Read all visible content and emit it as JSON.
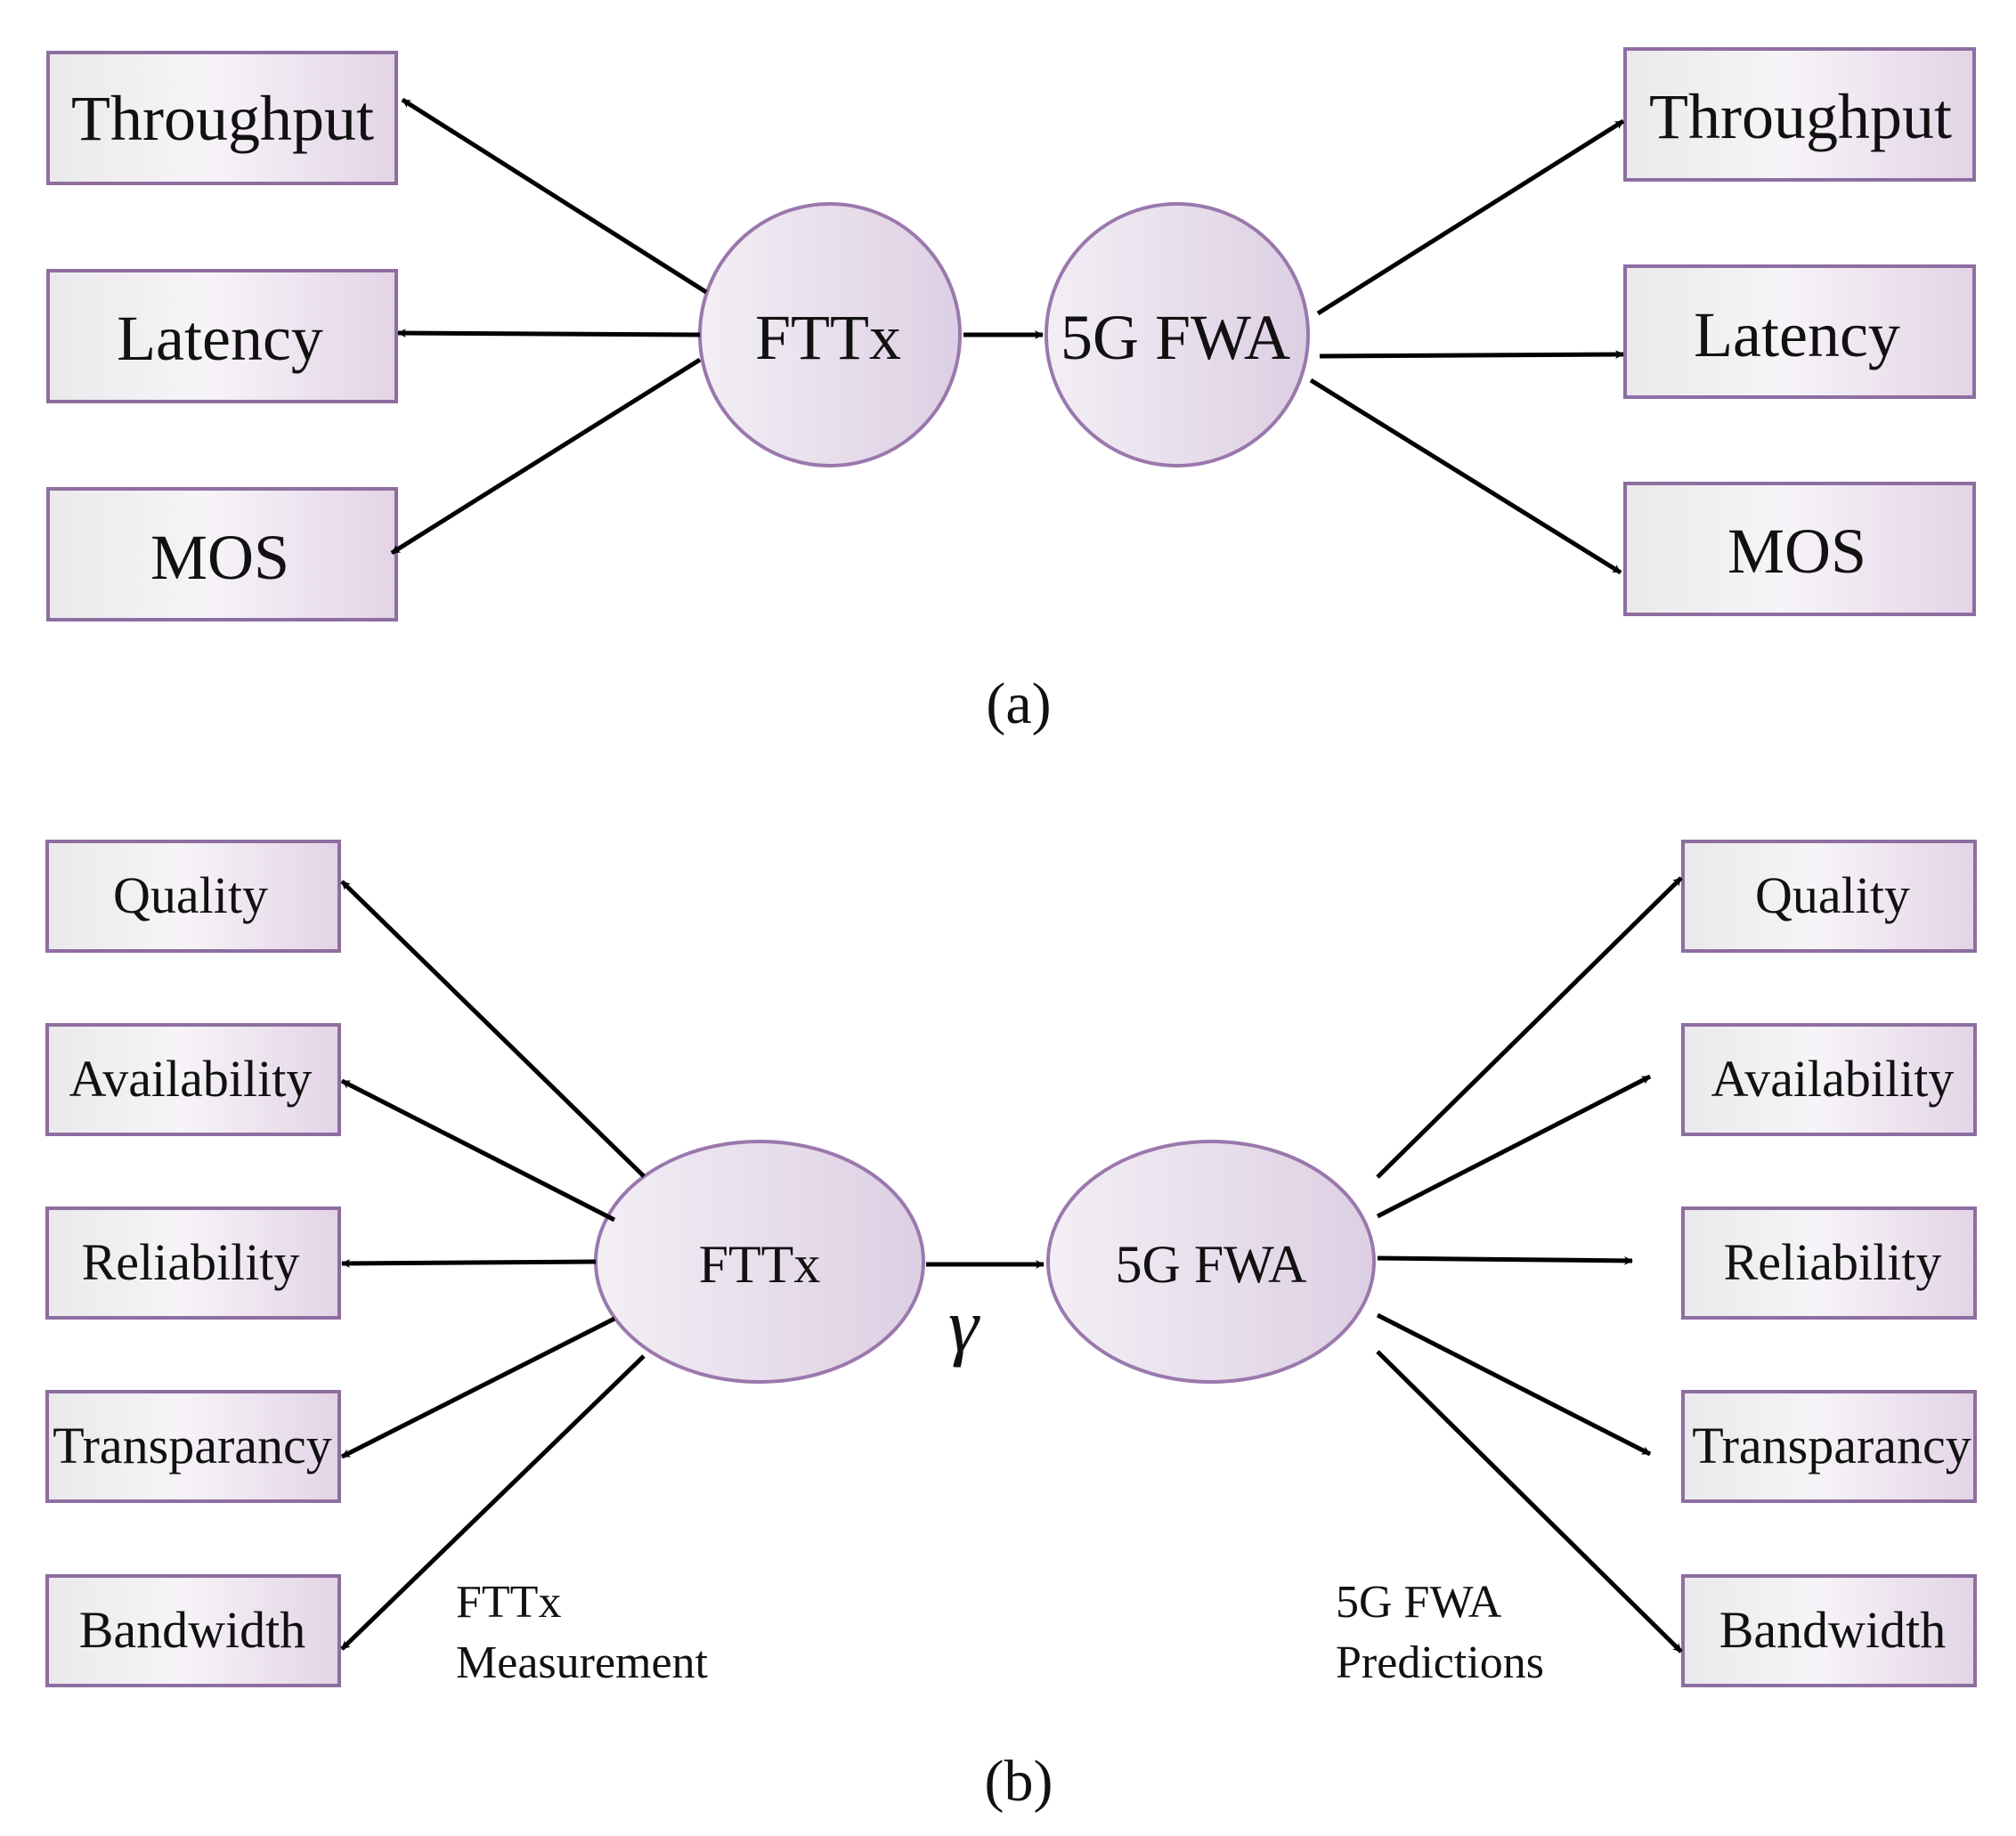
{
  "panel_a": {
    "caption": "(a)",
    "source_node": "FTTx",
    "target_node": "5G FWA",
    "left_metrics": [
      "Throughput",
      "Latency",
      "MOS"
    ],
    "right_metrics": [
      "Throughput",
      "Latency",
      "MOS"
    ]
  },
  "panel_b": {
    "caption": "(b)",
    "source_node": "FTTx",
    "target_node": "5G FWA",
    "link_symbol": "γ",
    "left_metrics": [
      "Quality",
      "Availability",
      "Reliability",
      "Transparancy",
      "Bandwidth"
    ],
    "right_metrics": [
      "Quality",
      "Availability",
      "Reliability",
      "Transparancy",
      "Bandwidth"
    ],
    "left_note": [
      "FTTx",
      "Measurement"
    ],
    "right_note": [
      "5G FWA",
      "Predictions"
    ]
  },
  "colors": {
    "box_fill_start": "#eae9eb",
    "box_fill_end": "#e3d4e6",
    "border": "#8e6ea1"
  }
}
